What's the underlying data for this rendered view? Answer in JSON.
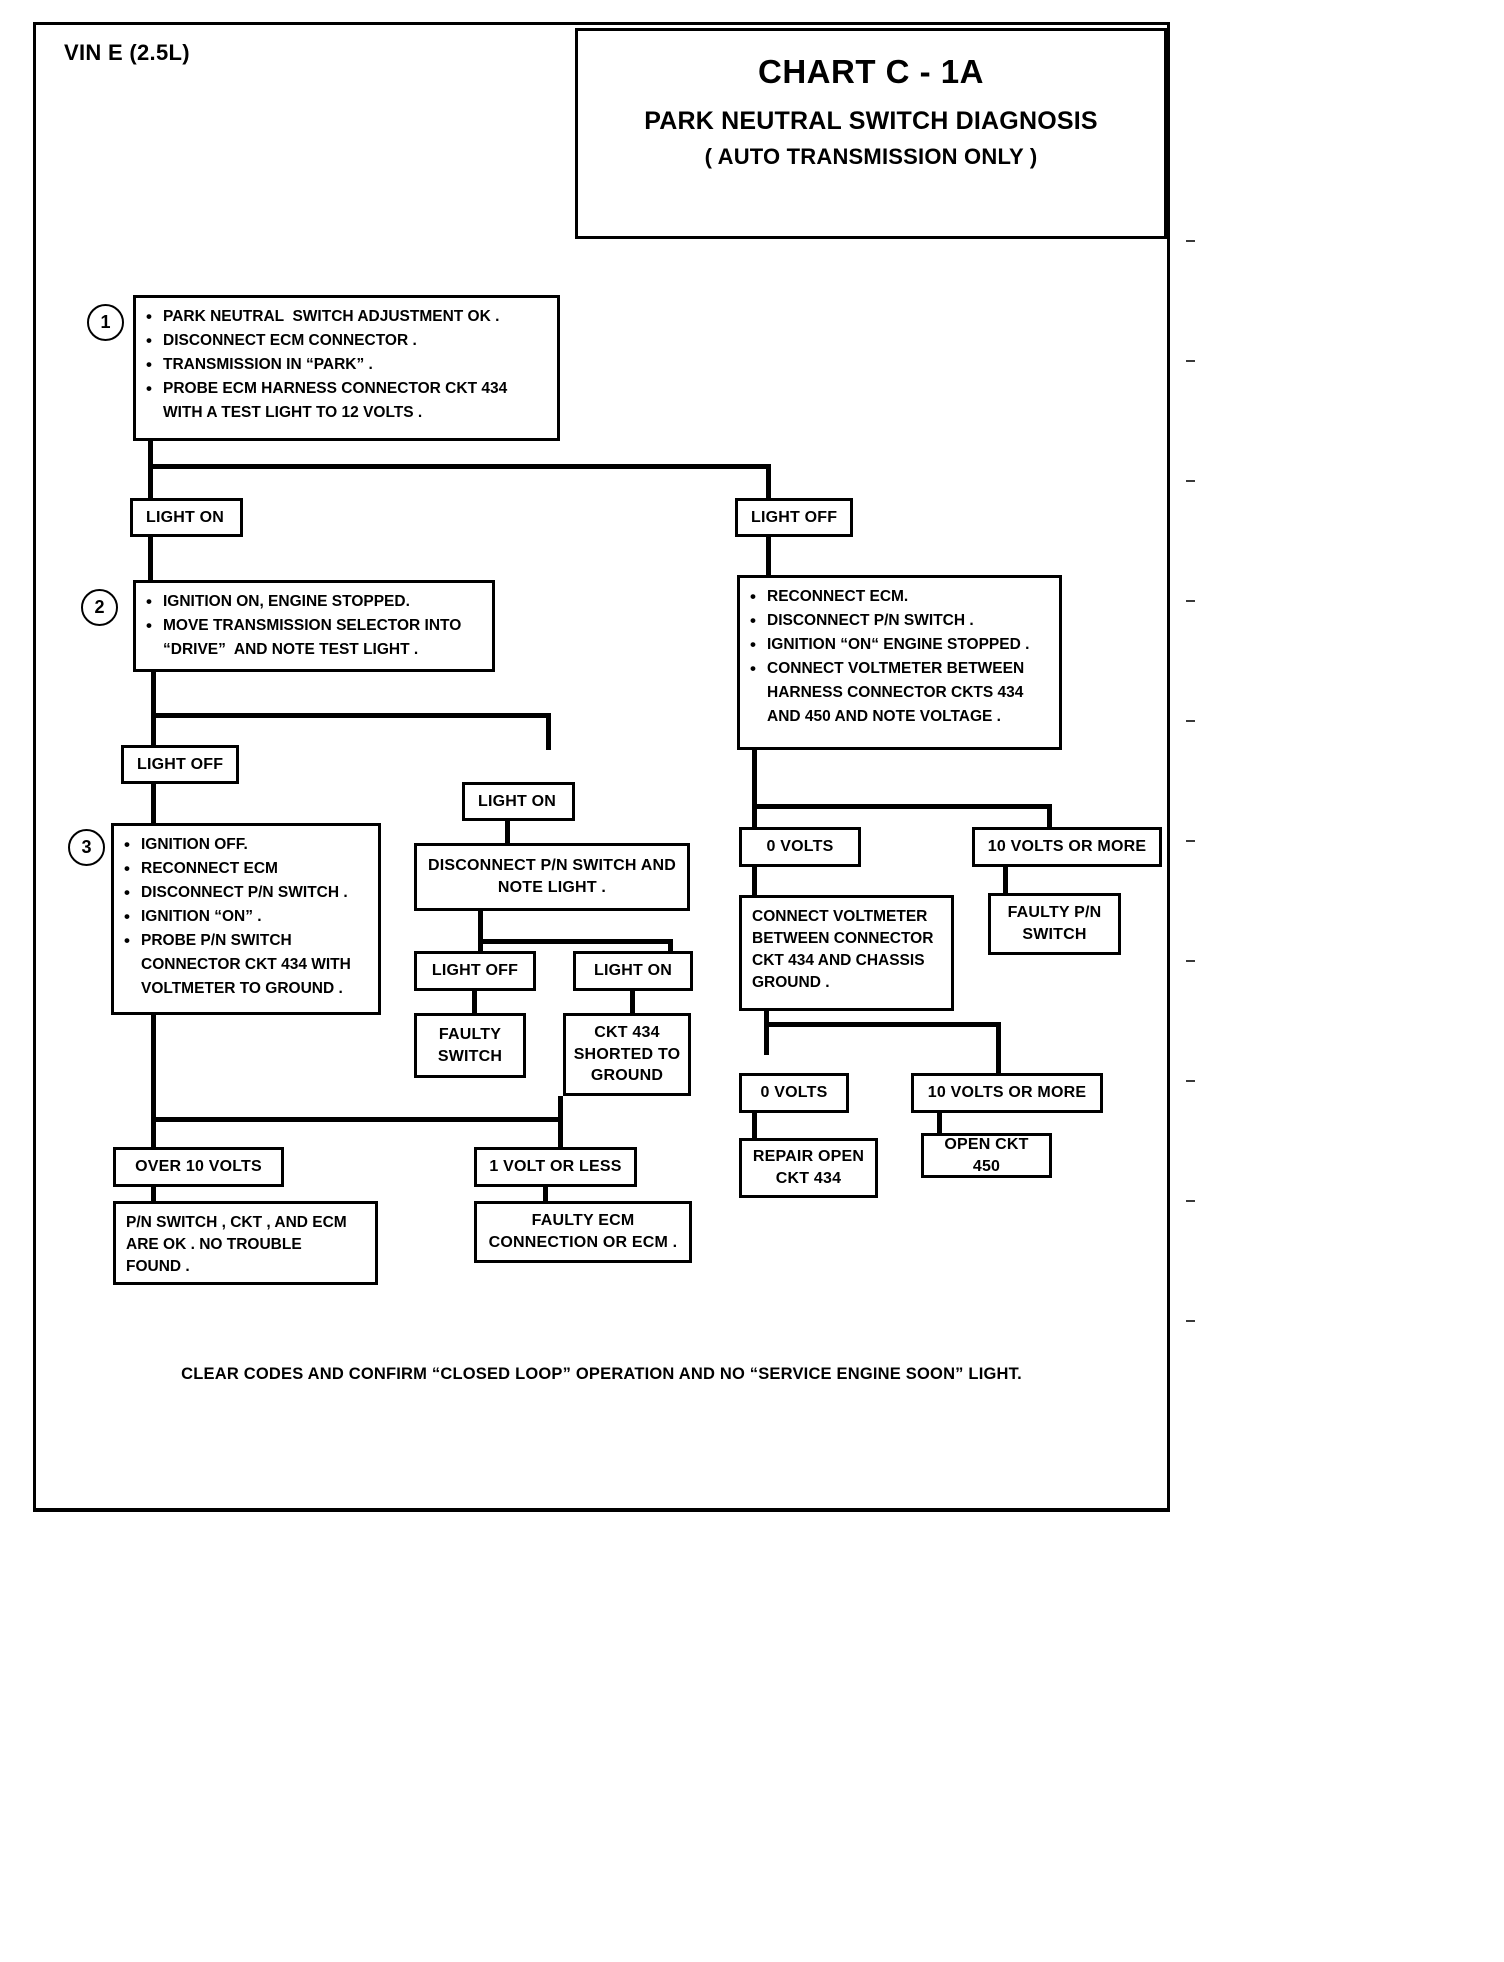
{
  "document": {
    "vin_label": "VIN E (2.5L)",
    "chart_number": "CHART C - 1A",
    "chart_title": "PARK NEUTRAL SWITCH DIAGNOSIS",
    "chart_subtitle": "( AUTO TRANSMISSION ONLY )",
    "footer": "CLEAR CODES AND CONFIRM  “CLOSED LOOP” OPERATION AND NO “SERVICE ENGINE SOON” LIGHT."
  },
  "steps": {
    "one": "1",
    "two": "2",
    "three": "3"
  },
  "nodes": {
    "step1": {
      "lines": [
        "PARK NEUTRAL  SWITCH ADJUSTMENT OK .",
        "DISCONNECT ECM CONNECTOR .",
        "TRANSMISSION IN “PARK” .",
        "PROBE ECM HARNESS CONNECTOR CKT 434",
        "WITH A TEST LIGHT TO 12 VOLTS ."
      ]
    },
    "light_on_1": "LIGHT ON",
    "light_off_1": "LIGHT OFF",
    "step2": {
      "lines": [
        "IGNITION ON, ENGINE STOPPED.",
        "MOVE TRANSMISSION SELECTOR INTO",
        "“DRIVE”  AND NOTE TEST LIGHT ."
      ]
    },
    "reconnect_ecm": {
      "lines": [
        "RECONNECT ECM.",
        "DISCONNECT P/N SWITCH .",
        "IGNITION “ON“ ENGINE STOPPED .",
        "CONNECT VOLTMETER BETWEEN",
        "HARNESS CONNECTOR CKTS 434",
        "AND 450 AND NOTE VOLTAGE ."
      ]
    },
    "light_off_2": "LIGHT OFF",
    "light_on_2": "LIGHT ON",
    "step3": {
      "lines": [
        "IGNITION OFF.",
        "RECONNECT ECM",
        "DISCONNECT P/N SWITCH .",
        "IGNITION “ON” .",
        "PROBE P/N SWITCH",
        "CONNECTOR CKT 434 WITH",
        "VOLTMETER TO GROUND ."
      ]
    },
    "disconnect_pn": "DISCONNECT P/N SWITCH AND\nNOTE LIGHT .",
    "volts_0_a": "0   VOLTS",
    "volts_10_a": "10   VOLTS OR MORE",
    "connect_voltmeter": {
      "lines": [
        "CONNECT VOLTMETER",
        "BETWEEN CONNECTOR",
        "CKT 434 AND CHASSIS",
        "GROUND ."
      ]
    },
    "faulty_pn_switch": "FAULTY P/N\nSWITCH",
    "light_off_3": "LIGHT OFF",
    "light_on_3": "LIGHT ON",
    "faulty_switch": "FAULTY\nSWITCH",
    "ckt_434_shorted": "CKT 434\nSHORTED TO\nGROUND",
    "volts_0_b": "0   VOLTS",
    "volts_10_b": "10   VOLTS OR MORE",
    "repair_open_434": "REPAIR OPEN\nCKT 434",
    "open_ckt_450": "OPEN CKT 450",
    "over_10_volts": "OVER 10   VOLTS",
    "volt_1_or_less": "1 VOLT OR LESS",
    "pn_ok": {
      "lines": [
        "P/N SWITCH , CKT , AND ECM",
        "ARE OK . NO TROUBLE",
        "FOUND ."
      ]
    },
    "faulty_ecm_conn": "FAULTY ECM\nCONNECTION OR ECM ."
  },
  "colors": {
    "line": "#000000",
    "background": "#ffffff"
  }
}
